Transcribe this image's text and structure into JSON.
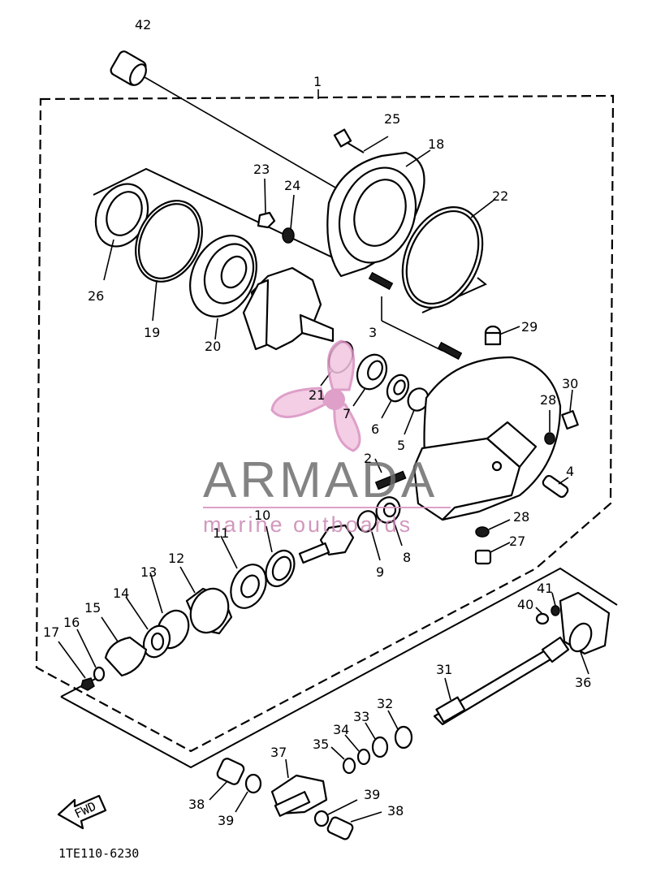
{
  "callouts": {
    "c1": "1",
    "c2": "2",
    "c3": "3",
    "c4": "4",
    "c5": "5",
    "c6": "6",
    "c7": "7",
    "c8": "8",
    "c9": "9",
    "c10": "10",
    "c11": "11",
    "c12": "12",
    "c13": "13",
    "c14": "14",
    "c15": "15",
    "c16": "16",
    "c17": "17",
    "c18": "18",
    "c19": "19",
    "c20": "20",
    "c21": "21",
    "c22": "22",
    "c23": "23",
    "c24": "24",
    "c25": "25",
    "c26": "26",
    "c27": "27",
    "c28a": "28",
    "c28b": "28",
    "c29": "29",
    "c30": "30",
    "c31": "31",
    "c32": "32",
    "c33": "33",
    "c34": "34",
    "c35": "35",
    "c36": "36",
    "c37": "37",
    "c38a": "38",
    "c38b": "38",
    "c39a": "39",
    "c39b": "39",
    "c40": "40",
    "c41": "41",
    "c42": "42"
  },
  "drawing_code": "1TE110-6230",
  "forward_arrow_label": "FWD",
  "watermark": {
    "brand": "ARMADA",
    "tagline": "marine outboards",
    "brand_color": "#6e6e6e",
    "accent_color": "#d98fc0"
  },
  "line_color": "#000000",
  "background_color": "#ffffff"
}
